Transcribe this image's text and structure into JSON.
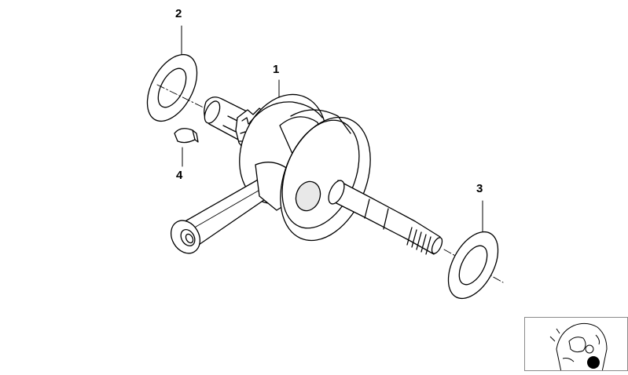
{
  "diagram": {
    "callouts": [
      {
        "id": "callout-1",
        "text": "1"
      },
      {
        "id": "callout-2",
        "text": "2"
      },
      {
        "id": "callout-3",
        "text": "3"
      },
      {
        "id": "callout-4",
        "text": "4"
      }
    ],
    "colors": {
      "line": "#000000",
      "background": "#ffffff",
      "shade": "#d9d9d9",
      "thumb_border": "#8a8a8a"
    }
  }
}
